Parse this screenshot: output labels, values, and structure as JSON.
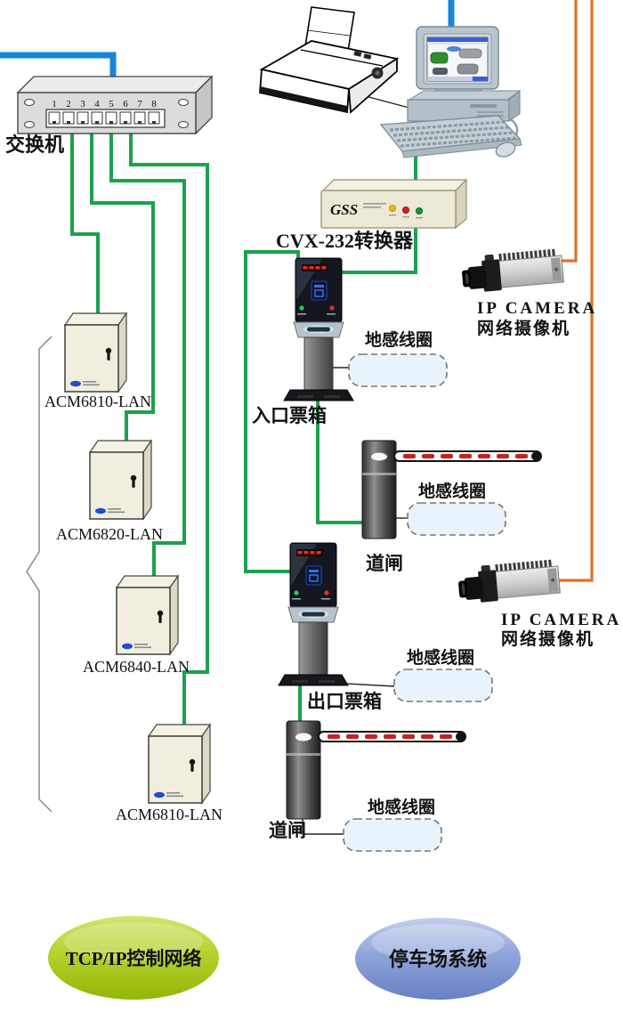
{
  "switch": {
    "label": "交换机",
    "ports": [
      "1",
      "2",
      "3",
      "4",
      "5",
      "6",
      "7",
      "8"
    ]
  },
  "converter": {
    "label": "CVX-232转换器",
    "logo": "GSS"
  },
  "cameras": [
    {
      "line1": "IP CAMERA",
      "line2": "网络摄像机"
    },
    {
      "line1": "IP CAMERA",
      "line2": "网络摄像机"
    }
  ],
  "controllers": [
    {
      "label": "ACM6810-LAN"
    },
    {
      "label": "ACM6820-LAN"
    },
    {
      "label": "ACM6840-LAN"
    },
    {
      "label": "ACM6810-LAN"
    }
  ],
  "entrance": {
    "label": "入口票箱"
  },
  "exit": {
    "label": "出口票箱"
  },
  "barriers": [
    {
      "label": "道闸"
    },
    {
      "label": "道闸"
    }
  ],
  "loops": [
    {
      "label": "地感线圈"
    },
    {
      "label": "地感线圈"
    },
    {
      "label": "地感线圈"
    },
    {
      "label": "地感线圈"
    }
  ],
  "legend": [
    {
      "label": "TCP/IP控制网络",
      "color": "#9cc10e"
    },
    {
      "label": "停车场系统",
      "color": "#7089cc"
    }
  ],
  "colors": {
    "lan_cable": "#1aa24d",
    "trunk_cable": "#1586d8",
    "video_cable": "#dd7226"
  }
}
